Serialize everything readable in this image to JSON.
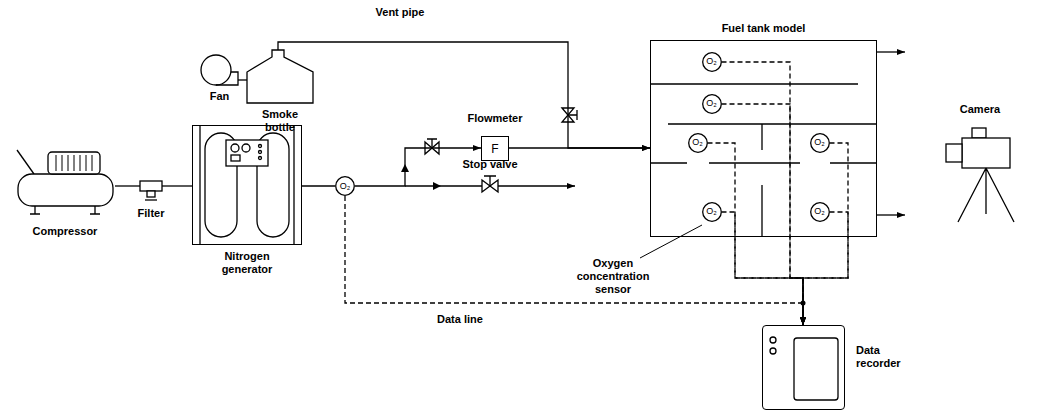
{
  "diagram": {
    "nodes": [
      {
        "text": [
          "Fan"
        ]
      },
      {
        "text": [
          "Smoke bottle"
        ]
      },
      {
        "text": [
          "Flowmeter",
          "F"
        ]
      },
      {
        "text": [
          "Fuel tank model"
        ]
      },
      {
        "text": [
          "O₂"
        ],
        "in": 3
      },
      {
        "text": [
          "O₂"
        ],
        "in": 3
      },
      {
        "text": [
          "O₂"
        ],
        "in": 3
      },
      {
        "text": [
          "O₂"
        ],
        "in": 3
      },
      {
        "text": [
          "O₂"
        ],
        "in": 3
      },
      {
        "text": [
          "O₂"
        ],
        "in": 3
      },
      {
        "text": [
          "Camera"
        ]
      },
      {
        "text": [
          "Compressor"
        ]
      },
      {
        "text": [
          "Filter"
        ]
      },
      {
        "text": [
          "Nitrogen generator"
        ]
      },
      {
        "text": [
          "O₂"
        ]
      },
      {
        "text": [
          "Data recorder"
        ]
      }
    ],
    "edges": [
      {
        "from": 0,
        "to": 1,
        "arrow": "none"
      },
      {
        "from": 1,
        "to": 3,
        "arrow": "to"
      },
      {
        "from": 11,
        "to": 12,
        "arrow": "none"
      },
      {
        "from": 12,
        "to": 13,
        "arrow": "none"
      },
      {
        "from": 13,
        "to": 14,
        "arrow": "none"
      },
      {
        "from": 14,
        "to": 2,
        "arrow": "to"
      },
      {
        "from": 2,
        "to": 3,
        "arrow": "to"
      },
      {
        "from": 4,
        "to": 15,
        "arrow": "to"
      },
      {
        "from": 5,
        "to": 15,
        "arrow": "to"
      },
      {
        "from": 6,
        "to": 15,
        "arrow": "to"
      },
      {
        "from": 7,
        "to": 15,
        "arrow": "to"
      },
      {
        "from": 8,
        "to": 15,
        "arrow": "to"
      },
      {
        "from": 9,
        "to": 15,
        "arrow": "to"
      },
      {
        "from": 14,
        "to": 15,
        "arrow": "to"
      }
    ],
    "labels": [
      "Vent pipe",
      "Stop valve",
      "Oxygen concentration sensor",
      "Data line"
    ]
  }
}
